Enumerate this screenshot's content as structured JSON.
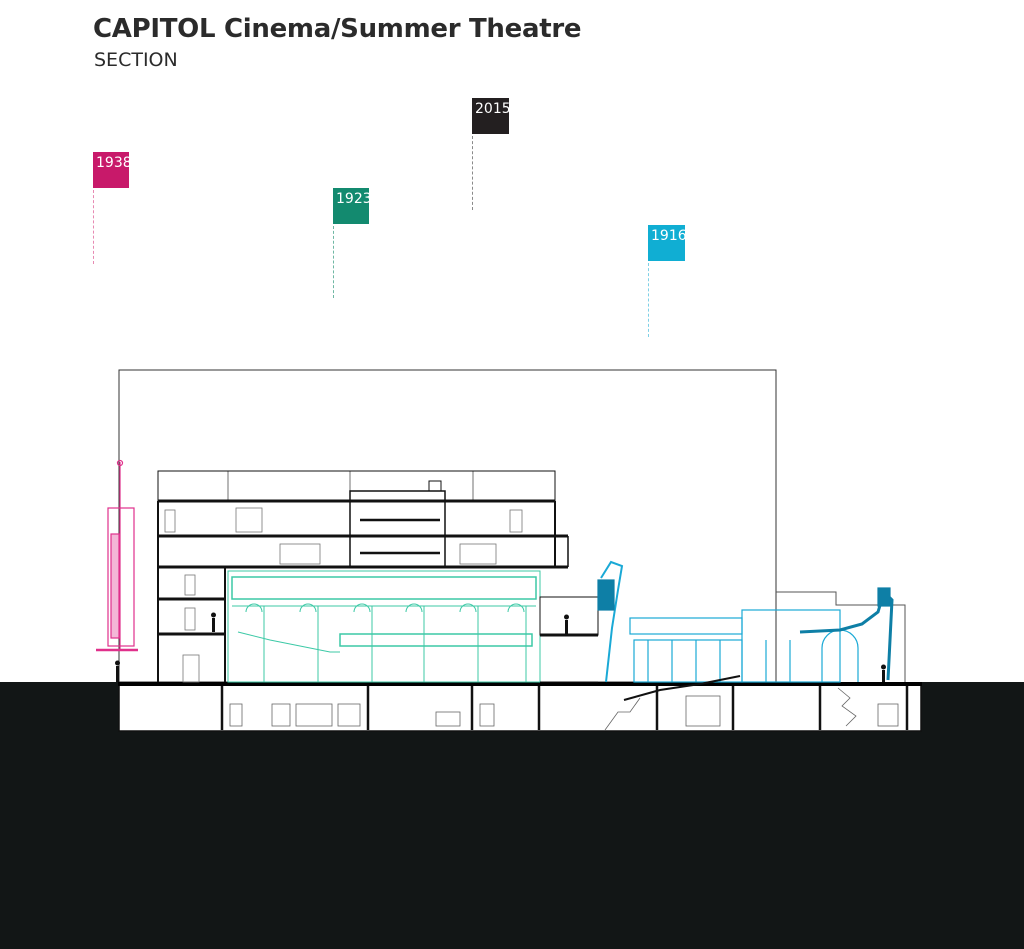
{
  "header": {
    "title": "CAPITOL Cinema/Summer Theatre",
    "subtitle": "SECTION"
  },
  "timeline": {
    "markers": [
      {
        "year": "1938",
        "color": "#c8196a"
      },
      {
        "year": "1923",
        "color": "#138a6f"
      },
      {
        "year": "2015",
        "color": "#231f20"
      },
      {
        "year": "1916",
        "color": "#10aed3"
      }
    ]
  },
  "colors": {
    "ground": "#121616",
    "structure": "#1a1a1a",
    "phase_1938": "#e0308b",
    "phase_1923": "#3cc9a6",
    "phase_1916": "#1aa9d6",
    "phase_1916_dark": "#0e7fa6"
  }
}
